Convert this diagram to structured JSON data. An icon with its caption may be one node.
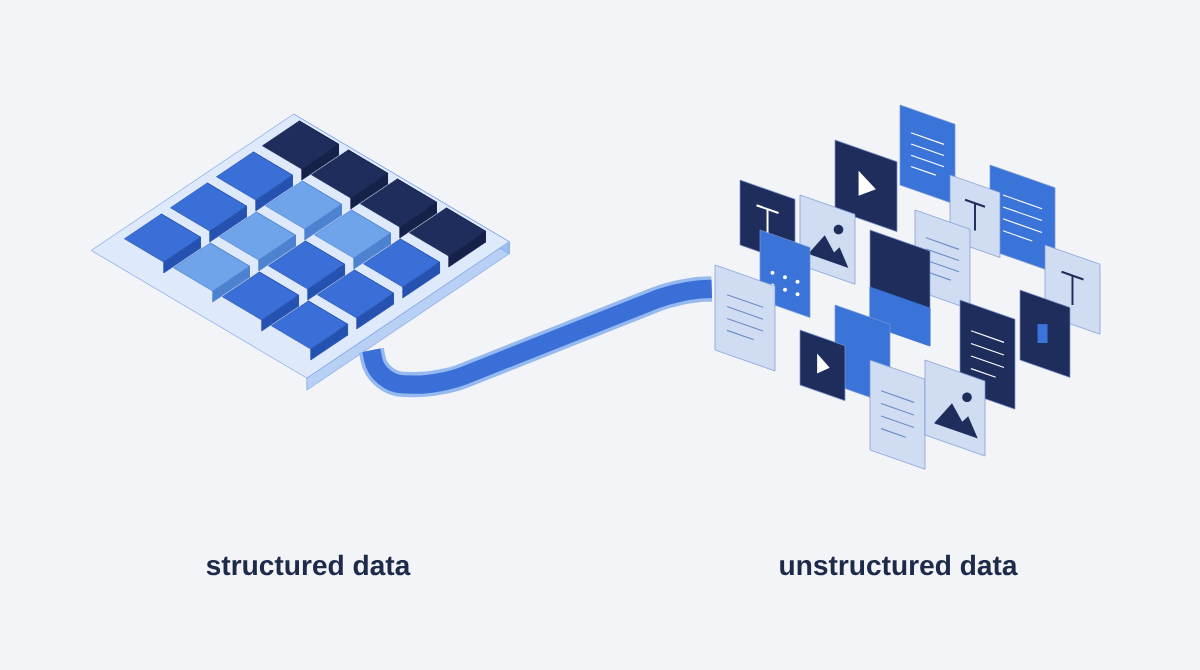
{
  "diagram": {
    "nodes": [
      {
        "text": [],
        "shape": "picture"
      },
      {
        "text": [],
        "shape": "picture"
      }
    ],
    "edges": [
      {
        "from": 0,
        "to": 1,
        "arrow": "none"
      }
    ],
    "labels": [
      "structured data",
      "unstructured data"
    ]
  }
}
